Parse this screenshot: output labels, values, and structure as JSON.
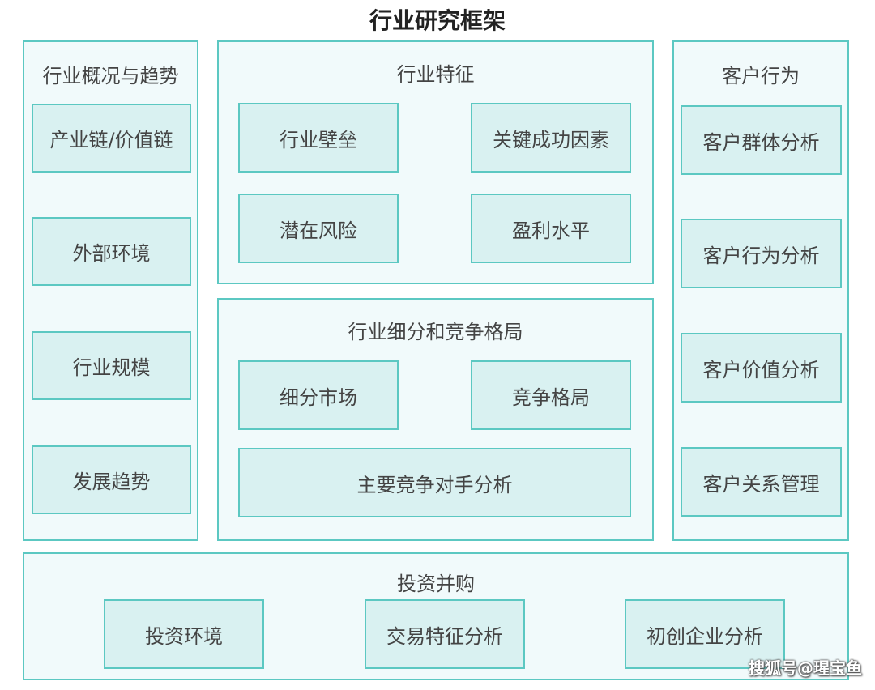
{
  "title": "行业研究框架",
  "colors": {
    "border": "#5cc8c2",
    "panel_bg": "#f1fafb",
    "box_bg": "#d9f1f1"
  },
  "overview": {
    "title": "行业概况与趋势",
    "items": [
      "产业链/价值链",
      "外部环境",
      "行业规模",
      "发展趋势"
    ]
  },
  "features": {
    "title": "行业特征",
    "items": [
      "行业壁垒",
      "关键成功因素",
      "潜在风险",
      "盈利水平"
    ]
  },
  "segments": {
    "title": "行业细分和竞争格局",
    "items": [
      "细分市场",
      "竞争格局",
      "主要竞争对手分析"
    ]
  },
  "customers": {
    "title": "客户行为",
    "items": [
      "客户群体分析",
      "客户行为分析",
      "客户价值分析",
      "客户关系管理"
    ]
  },
  "investment": {
    "title": "投资并购",
    "items": [
      "投资环境",
      "交易特征分析",
      "初创企业分析"
    ]
  },
  "watermark": "搜狐号@瑆宝鱼"
}
